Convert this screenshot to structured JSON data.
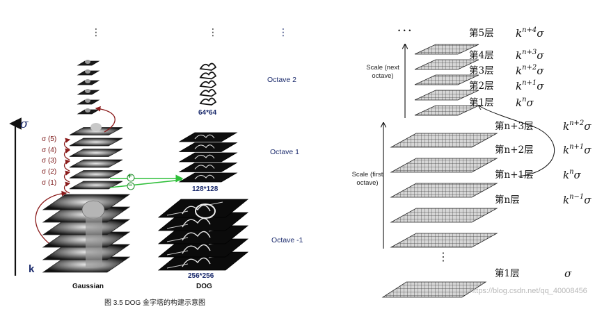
{
  "left_figure": {
    "octaves": [
      "Octave 2",
      "Octave 1",
      "Octave -1"
    ],
    "sizes": [
      "64*64",
      "128*128",
      "256*256"
    ],
    "sigma_labels": [
      "σ (5)",
      "σ (4)",
      "σ (3)",
      "σ (2)",
      "σ (1)"
    ],
    "axis_sigma": "σ",
    "axis_k": "k",
    "columns": [
      "Gaussian",
      "DOG"
    ],
    "plus": "+",
    "minus": "−",
    "ellipsis": "⋮",
    "caption": "图 3.5 DOG 金字塔的构建示意图"
  },
  "right_figure": {
    "top_dots": "• • •",
    "bottom_dots": "⋮",
    "scale_next": "Scale (next octave)",
    "scale_first": "Scale (first octave)",
    "next_layers": [
      {
        "label": "第5层",
        "exp": "n+4"
      },
      {
        "label": "第4层",
        "exp": "n+3"
      },
      {
        "label": "第3层",
        "exp": "n+2"
      },
      {
        "label": "第2层",
        "exp": "n+1"
      },
      {
        "label": "第1层",
        "exp": "n"
      }
    ],
    "first_layers": [
      {
        "label": "第n+3层",
        "exp": "n+2"
      },
      {
        "label": "第n+2层",
        "exp": "n+1"
      },
      {
        "label": "第n+1层",
        "exp": "n"
      },
      {
        "label": "第n层",
        "exp": "n−1"
      }
    ],
    "base_layer": {
      "label": "第1层",
      "value": "σ"
    },
    "k": "k",
    "sigma": "σ",
    "watermark": "https://blog.csdn.net/qq_40008456"
  }
}
